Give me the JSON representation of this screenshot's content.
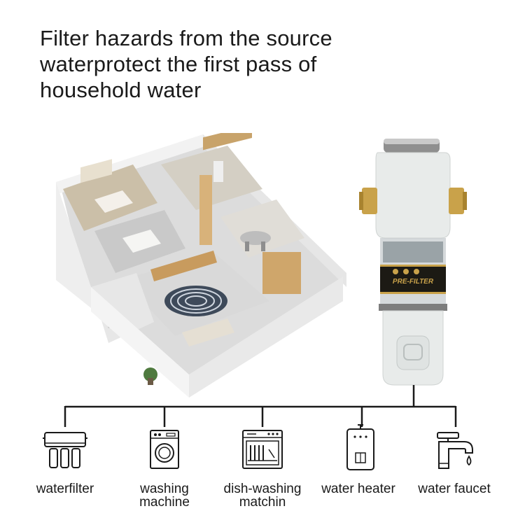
{
  "headline": {
    "line1": "Filter hazards from the source",
    "line2": "waterprotect the first pass of",
    "line3": "household water"
  },
  "product_label": {
    "brand_text": "PRE-FILTER"
  },
  "appliances": [
    {
      "label_line1": "waterfilter",
      "label_line2": "",
      "icon": "water-filter-icon"
    },
    {
      "label_line1": "washing",
      "label_line2": "machine",
      "icon": "washing-machine-icon"
    },
    {
      "label_line1": "dish-washing",
      "label_line2": "matchin",
      "icon": "dishwasher-icon"
    },
    {
      "label_line1": "water heater",
      "label_line2": "",
      "icon": "water-heater-icon"
    },
    {
      "label_line1": "water faucet",
      "label_line2": "",
      "icon": "water-faucet-icon"
    }
  ],
  "colors": {
    "accent_gold": "#c9a24a",
    "line": "#1a1a1a",
    "filter_body": "#e8ebea"
  }
}
